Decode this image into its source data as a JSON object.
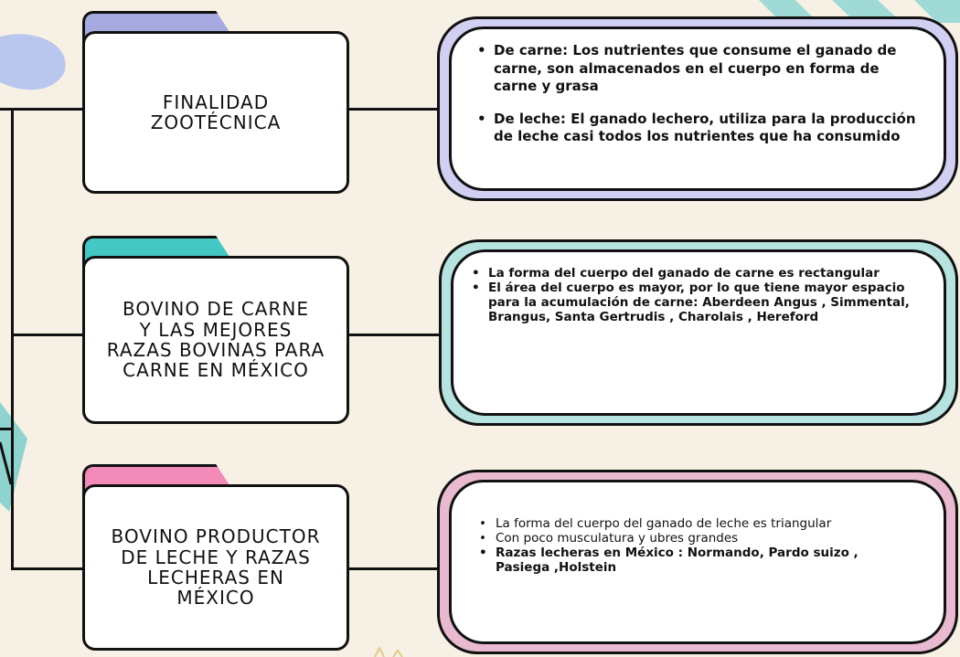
{
  "colors": {
    "background": "#f6f1e4",
    "purple": "#a6a8e0",
    "purple_ring": "#d1d0f2",
    "teal": "#45c7c4",
    "teal_ring": "#b6e3df",
    "pink": "#f28ab8",
    "pink_ring": "#e9b9cf",
    "ink": "#111111"
  },
  "sections": [
    {
      "folder_label_lines": [
        "FiNALiDAD",
        "ZOOTÉCNiCA"
      ],
      "bullets": [
        "De carne: Los nutrientes que consume el ganado de carne, son almacenados en el cuerpo en forma de carne y grasa",
        "De leche: El ganado lechero, utiliza para la producción de leche casi todos los nutrientes que ha consumido"
      ]
    },
    {
      "folder_label_lines": [
        "BOViNO DE CARNE",
        "Y LAS MEJORES",
        "RAZAS BOViNAS PARA",
        "CARNE EN MÉXiCO"
      ],
      "bullets": [
        "La forma del cuerpo del ganado de carne es rectangular",
        "El área del cuerpo es mayor, por lo que tiene mayor espacio para la acumulación de carne: Aberdeen Angus , Simmental, Brangus, Santa Gertrudis , Charolais , Hereford"
      ]
    },
    {
      "folder_label_lines": [
        "BOViNO PRODUCTOR",
        "DE LECHE Y RAZAS",
        "LECHERAS EN",
        "MÉXiCO"
      ],
      "bullets": [
        "La forma del cuerpo del ganado de leche es triangular",
        "Con poco musculatura y ubres grandes",
        "Razas lecheras en México : Normando, Pardo suizo , Pasiega ,Holstein"
      ]
    }
  ]
}
